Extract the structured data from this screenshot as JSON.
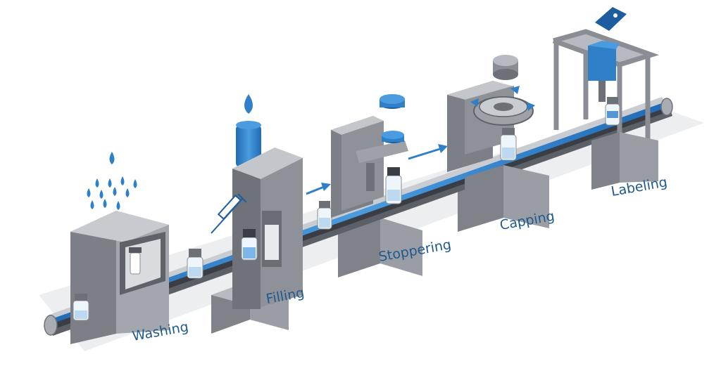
{
  "diagram": {
    "stages": [
      {
        "id": "washing",
        "label": "Washing"
      },
      {
        "id": "filling",
        "label": "Filling"
      },
      {
        "id": "stoppering",
        "label": "Stoppering"
      },
      {
        "id": "capping",
        "label": "Capping"
      },
      {
        "id": "labeling",
        "label": "Labeling"
      }
    ]
  },
  "colors": {
    "accent_blue": "#2f7fc9",
    "dark_blue": "#1d5d9f",
    "machine_gray": "#8e9298",
    "machine_light": "#b9bcc1",
    "machine_dark": "#6d7076",
    "label_text": "#1f5a8f"
  },
  "icons": [
    "water-drop-icon",
    "syringe-icon",
    "vial-icon",
    "flow-arrow-icon",
    "label-tag-icon",
    "rotation-arrow-icon"
  ]
}
